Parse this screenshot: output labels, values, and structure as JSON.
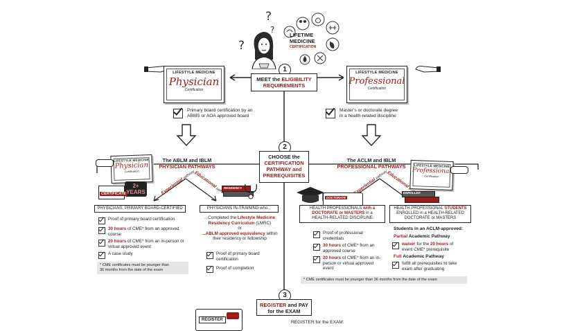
{
  "header": {
    "title_line1": "LIFETIME",
    "title_line2": "MEDICINE",
    "title_line3": "CERTIFICATION"
  },
  "steps": [
    {
      "number": "1",
      "line1_plain": "MEET the ",
      "line1_red": "ELIGIBILITY",
      "line2_red": "REQUIREMENTS"
    },
    {
      "number": "2",
      "line1": "CHOOSE the",
      "line2": "CERTIFICATION",
      "line3": "PATHWAY and",
      "line4": "PREREQUISITES"
    },
    {
      "number": "3",
      "line1_red": "REGISTER",
      "line1_plain": " and PAY",
      "line2": "for the EXAM"
    }
  ],
  "physician_cert": {
    "top": "LIFESTYLE MEDICINE",
    "main": "Physician",
    "sub": "Certification"
  },
  "professional_cert": {
    "top": "LIFESTYLE MEDICINE",
    "main": "Professional",
    "sub": "Certification"
  },
  "physician_requirement": [
    "Primary board certification by an",
    "ABMS or AOA approved board"
  ],
  "professional_requirement": [
    "Master's or doctorate degree",
    "in a health-related discipline"
  ],
  "physician_pathways": {
    "title_line1": "The ABLM and IBLM",
    "title_line2": "PHYSICIAN PATHWAYS",
    "experiential": "Experiential",
    "educational": "Educational",
    "pathway": "pathway",
    "cert_top": "LIFESTYLE MEDICINE",
    "cert_main": "Physician",
    "cert_sub": "Certification",
    "years_badge": "2+ YEARS",
    "certificate_banner": "CERTIFICATE",
    "residency_banner": "RESIDENCY",
    "groups": [
      {
        "label": "PHYSICIANS, PRIMARY BOARD-CERTIFIED",
        "items": [
          {
            "text": "Proof of primary board certification"
          },
          {
            "red": "30 hours",
            "text": " of CME* from an approved course"
          },
          {
            "red": "20 hours",
            "text": " of CME* from an in-person or virtual approved event"
          },
          {
            "text": "A case study"
          }
        ],
        "note": [
          "* CME certificates must be younger than",
          "36 months from the date of the exam"
        ]
      },
      {
        "label": "PHYSICIANS IN-TRAINING who...",
        "line1_plain": "...Completed the ",
        "line1_red": "Lifestyle Medicine",
        "line2_red": "Residency Curriculum",
        "line2_plain": " (LMRC)",
        "or": "or",
        "line3_red": "...ABLM approved equivalency",
        "line3_plain": " within",
        "line4": "their residency or fellowship",
        "items": [
          {
            "text": "Proof of primary board certification"
          },
          {
            "text": "Proof of completion"
          }
        ]
      }
    ]
  },
  "professional_pathways": {
    "title_line1": "The ACLM and IBLM",
    "title_line2": "PROFESSIONAL PATHWAYS",
    "experiential": "Experiential",
    "educational": "Educational",
    "pathway": "pathway",
    "cert_top": "LIFESTYLE MEDICINE",
    "cert_main": "Professional",
    "cert_sub": "Certification",
    "doctorate_banner": "DOCTORATE",
    "enrolled_banner": "ENROLLED",
    "groups": [
      {
        "label_line1_plain": "HEALTH PROFESSIONALS ",
        "label_line1_red": "with a",
        "label_line2_red": "DOCTORATE or MASTERS",
        "label_line2_plain": " in a",
        "label_line3": "HEALTH-RELATED DISCIPLINE",
        "items": [
          {
            "text": "Proof of professional credentials"
          },
          {
            "red": "30 hours",
            "text": " of CME* from an approved course"
          },
          {
            "red": "20 hours",
            "text": " of CME* from an in-person or virtual approved event"
          }
        ]
      },
      {
        "label_line1_plain": "HEALTH PROFESSIONAL ",
        "label_line1_red": "STUDENTS",
        "label_line2": "ENROLLED in a HEALTH-RELATED",
        "label_line3": "DOCTORATE or MASTERS",
        "intro": "Students in an ACLM-approved:",
        "partial_red": "Partial",
        "partial_plain": " Academic Pathway",
        "partial_item_red1": "waiver",
        "partial_item_plain1": " for the ",
        "partial_item_red2": "20 hours",
        "partial_item_plain2": " of event CME* prerequisite",
        "full_red": "Full",
        "full_plain": " Academic Pathway",
        "full_item": "fulfill all prerequisites to take exam after graduating"
      }
    ],
    "note": "* CME certificates must be younger than 36 months from the date of the exam"
  },
  "register": {
    "screen_label": "REGISTER",
    "heading": "REGISTER for the EXAM:"
  },
  "icons": [
    "question-mark-icon",
    "nutrition-icon",
    "exercise-icon",
    "sleep-icon",
    "stress-icon",
    "relationships-icon",
    "substance-icon",
    "hand-icon",
    "arrow-icon",
    "checkbox-icon",
    "graduation-cap-icon",
    "books-icon",
    "stethoscope-icon"
  ],
  "colors": {
    "accent": "#9b1b1b",
    "ink": "#222222",
    "note_bg": "#e6e6e6"
  }
}
